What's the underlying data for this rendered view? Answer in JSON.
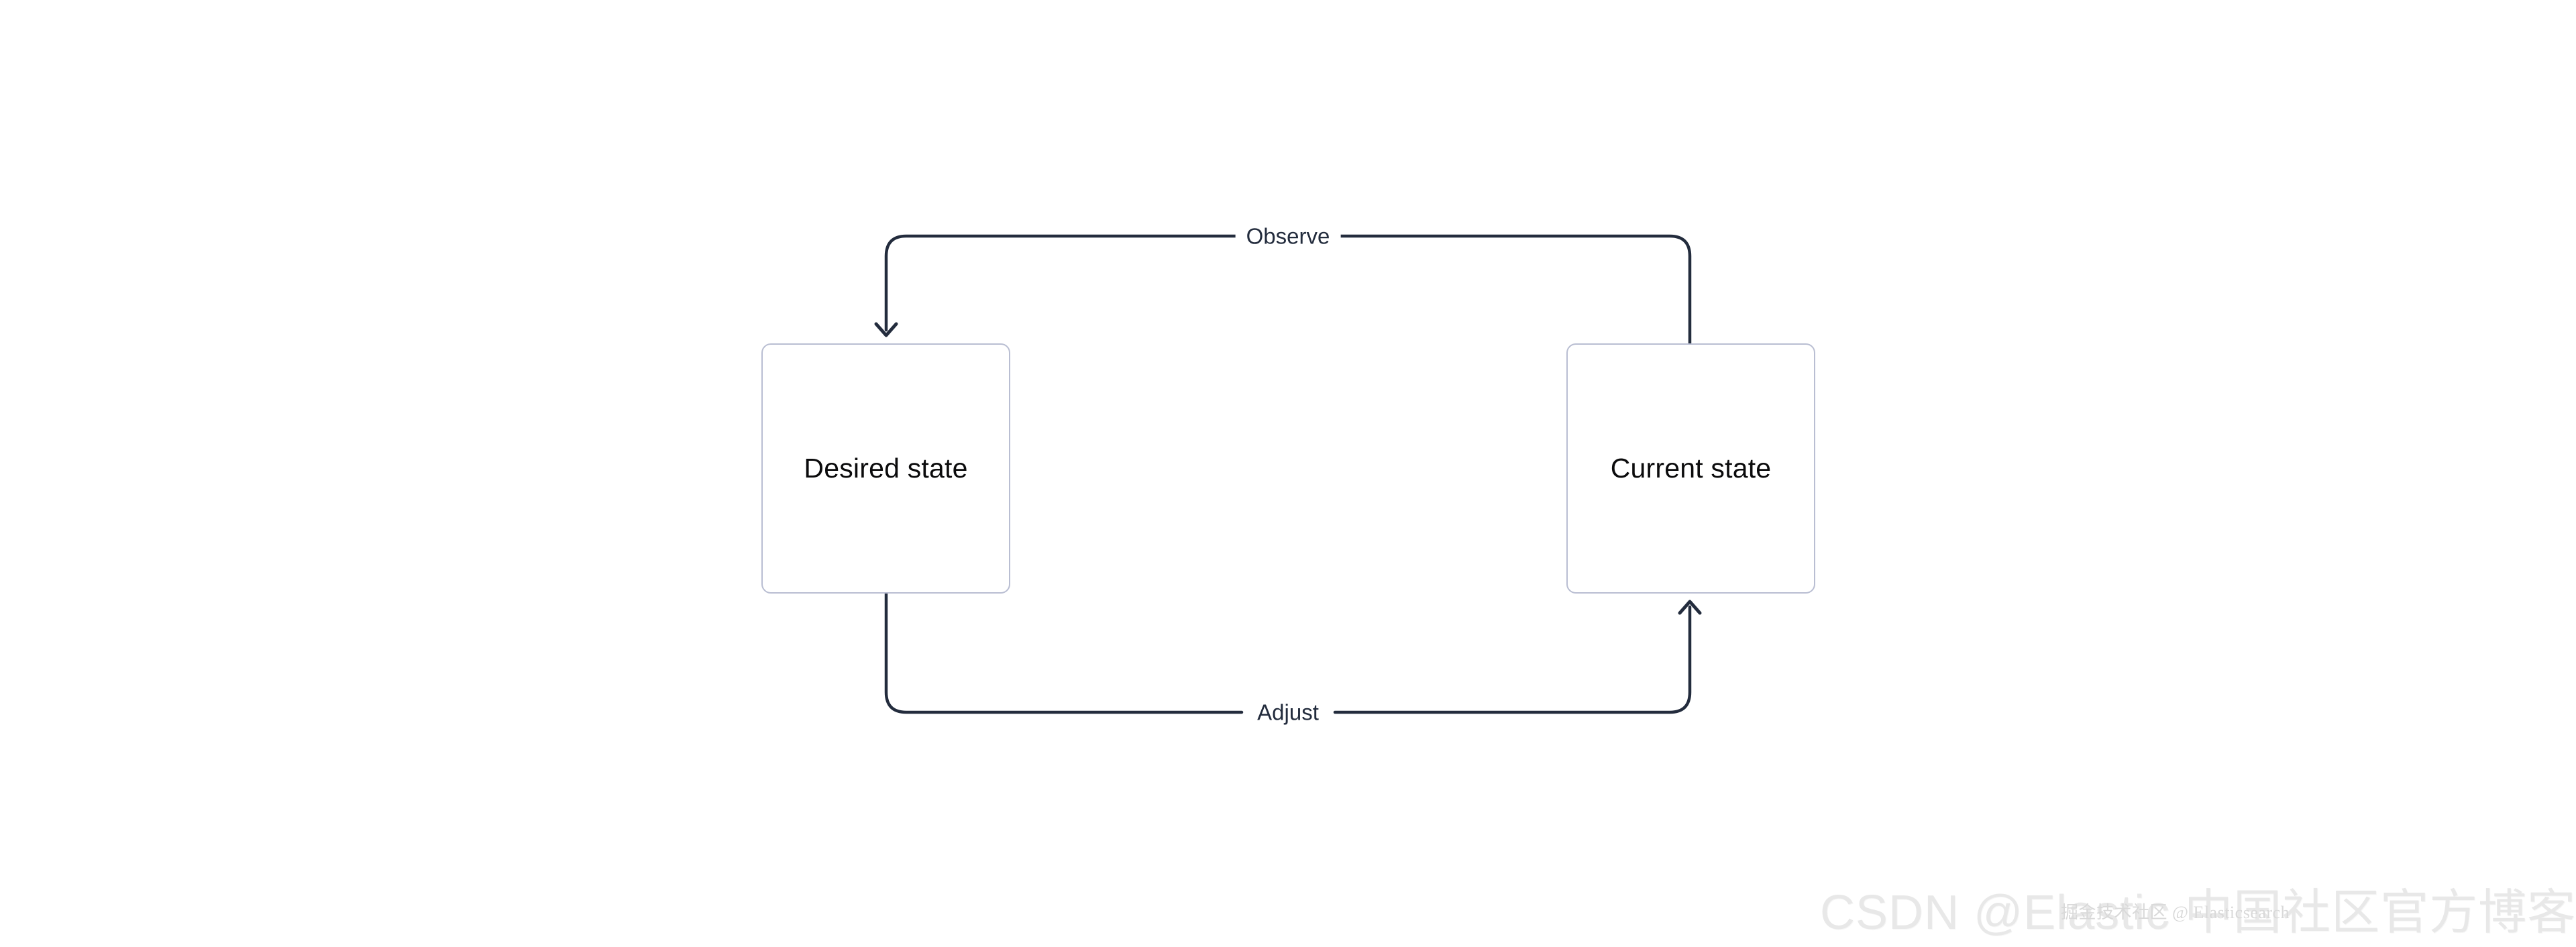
{
  "diagram": {
    "type": "feedback-loop-flowchart",
    "background_color": "#ffffff",
    "nodes": [
      {
        "id": "desired-state",
        "label": "Desired state",
        "border_color": "#b9bed2",
        "fill_color": "#ffffff",
        "text_color": "#0b0b0c"
      },
      {
        "id": "current-state",
        "label": "Current state",
        "border_color": "#b9bed2",
        "fill_color": "#ffffff",
        "text_color": "#0b0b0c"
      }
    ],
    "edges": [
      {
        "id": "observe",
        "label": "Observe",
        "from": "current-state",
        "to": "desired-state",
        "position": "top",
        "color": "#232c3d",
        "arrowhead": "chevron-down"
      },
      {
        "id": "adjust",
        "label": "Adjust",
        "from": "desired-state",
        "to": "current-state",
        "position": "bottom",
        "color": "#232c3d",
        "arrowhead": "chevron-up"
      }
    ]
  },
  "watermarks": {
    "primary": "CSDN @Elastic 中国社区官方博客",
    "secondary": "掘金技术社区 @ Elasticsearch"
  }
}
